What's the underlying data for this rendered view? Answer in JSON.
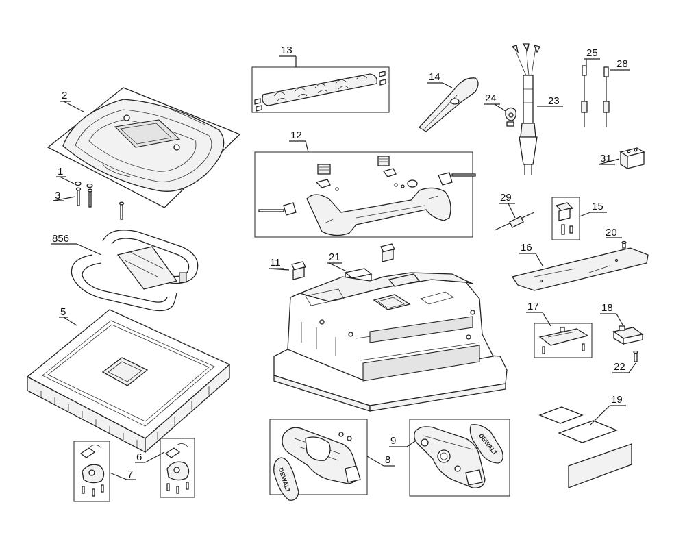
{
  "diagram": {
    "labels": {
      "p1": "1",
      "p2": "2",
      "p3": "3",
      "p856": "856",
      "p5": "5",
      "p6": "6",
      "p7": "7",
      "p8": "8",
      "p9": "9",
      "p11": "11",
      "p12": "12",
      "p13": "13",
      "p14": "14",
      "p15": "15",
      "p16": "16",
      "p17": "17",
      "p18": "18",
      "p19": "19",
      "p20": "20",
      "p21": "21",
      "p22": "22",
      "p23": "23",
      "p24": "24",
      "p25": "25",
      "p28": "28",
      "p29": "29",
      "p31": "31"
    },
    "brand_text": "DEWALT"
  }
}
